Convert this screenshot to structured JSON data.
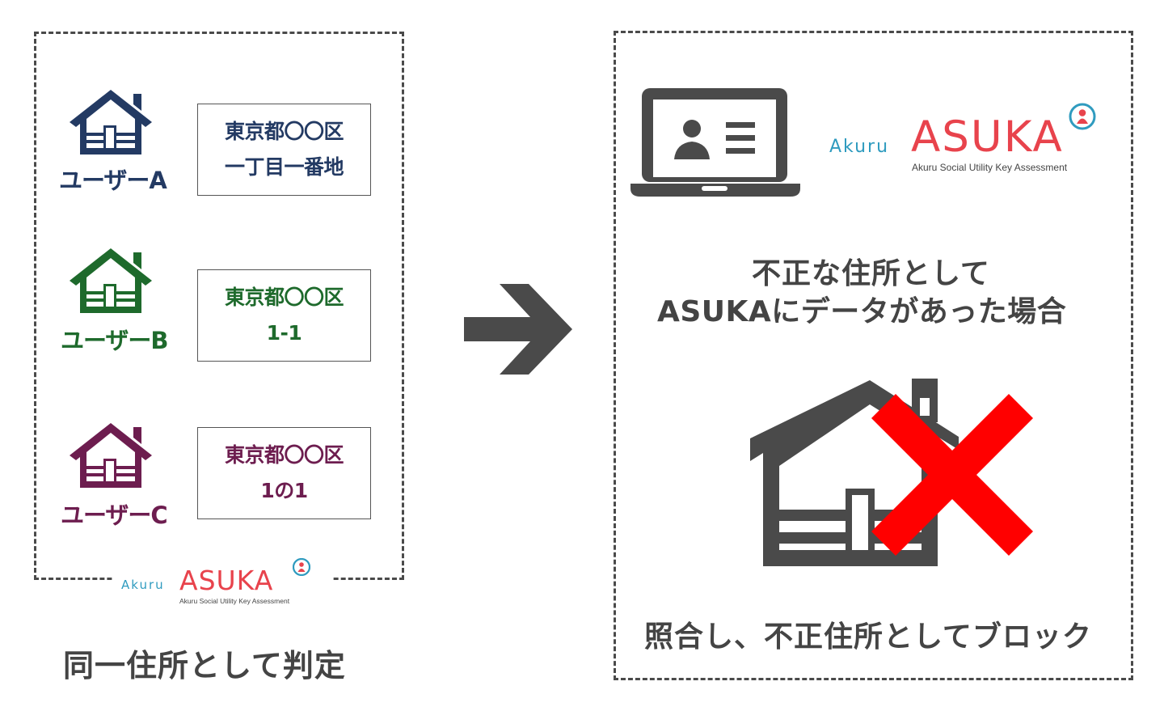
{
  "left_panel": {
    "users": [
      {
        "label": "ユーザーA",
        "color": "#233a63",
        "address_line1": "東京都〇〇区",
        "address_line2": "一丁目一番地"
      },
      {
        "label": "ユーザーB",
        "color": "#1e6a2c",
        "address_line1": "東京都〇〇区",
        "address_line2": "1-1"
      },
      {
        "label": "ユーザーC",
        "color": "#6d1d4f",
        "address_line1": "東京都〇〇区",
        "address_line2": "1の1"
      }
    ],
    "logo": {
      "brand_small": "Akuru",
      "brand_main": "ASUKA",
      "tagline": "Akuru Social Utility Key Assessment"
    },
    "caption": "同一住所として判定"
  },
  "arrow": {
    "icon": "right-arrow-icon",
    "color": "#4a4a4a"
  },
  "right_panel": {
    "logo": {
      "brand_small": "Akuru",
      "brand_main": "ASUKA",
      "tagline": "Akuru Social Utility Key Assessment"
    },
    "condition_line1": "不正な住所として",
    "condition_line2": "ASUKAにデータがあった場合",
    "result_caption": "照合し、不正住所としてブロック",
    "cross_color": "#ff0000",
    "house_color": "#4a4a4a"
  },
  "colors": {
    "accent_red": "#e8434c",
    "accent_blue": "#2f9bbf",
    "text_gray": "#444444"
  }
}
